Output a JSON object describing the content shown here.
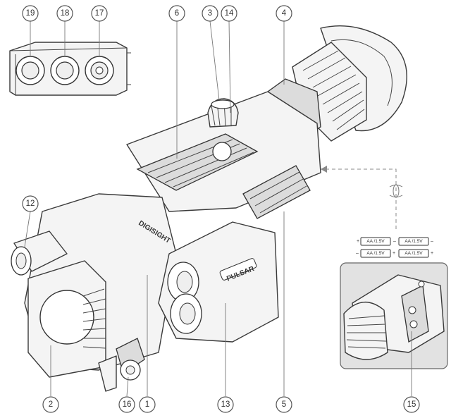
{
  "callouts": [
    {
      "id": "19",
      "label": "19"
    },
    {
      "id": "18",
      "label": "18"
    },
    {
      "id": "17",
      "label": "17"
    },
    {
      "id": "6",
      "label": "6"
    },
    {
      "id": "3",
      "label": "3"
    },
    {
      "id": "14",
      "label": "14"
    },
    {
      "id": "4",
      "label": "4"
    },
    {
      "id": "12",
      "label": "12"
    },
    {
      "id": "2",
      "label": "2"
    },
    {
      "id": "16",
      "label": "16"
    },
    {
      "id": "1",
      "label": "1"
    },
    {
      "id": "13",
      "label": "13"
    },
    {
      "id": "5",
      "label": "5"
    },
    {
      "id": "15",
      "label": "15"
    }
  ],
  "batteries": [
    {
      "label": "AA /1.5V"
    },
    {
      "label": "AA /1.5V"
    },
    {
      "label": "AA /1.5V"
    },
    {
      "label": "AA /1.5V"
    }
  ],
  "logos": {
    "device_logo": "PULSAR",
    "side_logo": "DIGISIGHT"
  }
}
